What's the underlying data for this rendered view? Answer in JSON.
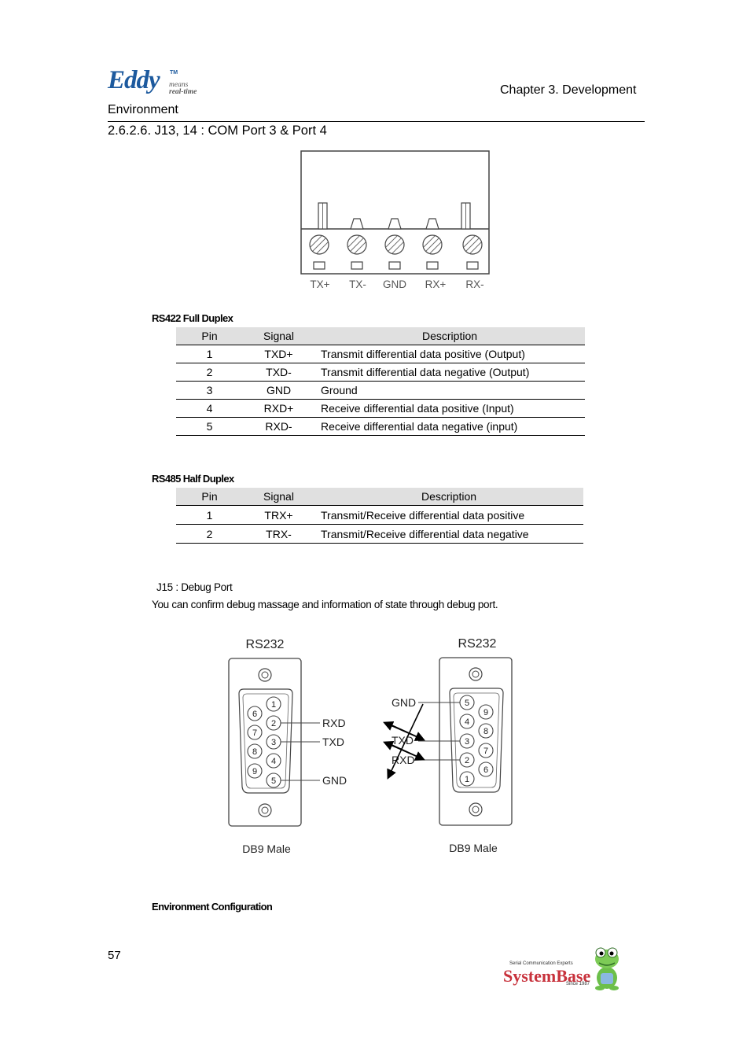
{
  "header": {
    "logo_text": "Eddy",
    "logo_tm": "TM",
    "logo_tagline_1": "means",
    "logo_tagline_2": "real-time",
    "chapter": "Chapter 3. Development",
    "chapter_cont": "Environment"
  },
  "section_title": "2.6.2.6. J13, 14 : COM Port 3 & Port 4",
  "terminal_block": {
    "labels": [
      "TX+",
      "TX-",
      "GND",
      "RX+",
      "RX-"
    ]
  },
  "rs422": {
    "title": "RS422 Full Duplex",
    "headers": [
      "Pin",
      "Signal",
      "Description"
    ],
    "rows": [
      [
        "1",
        "TXD+",
        "Transmit differential data positive (Output)"
      ],
      [
        "2",
        "TXD-",
        "Transmit differential data negative (Output)"
      ],
      [
        "3",
        "GND",
        "Ground"
      ],
      [
        "4",
        "RXD+",
        "Receive differential data positive (Input)"
      ],
      [
        "5",
        "RXD-",
        "Receive differential data negative (input)"
      ]
    ]
  },
  "rs485": {
    "title": "RS485 Half Duplex",
    "headers": [
      "Pin",
      "Signal",
      "Description"
    ],
    "rows": [
      [
        "1",
        "TRX+",
        "Transmit/Receive differential data positive"
      ],
      [
        "2",
        "TRX-",
        "Transmit/Receive differential data negative"
      ]
    ]
  },
  "debug": {
    "title": "J15 : Debug Port",
    "text": "You can confirm debug massage and information of state through debug port."
  },
  "db9_diagram": {
    "left_title": "RS232",
    "right_title": "RS232",
    "left_caption": "DB9 Male",
    "right_caption": "DB9 Male",
    "left_signals": [
      "RXD",
      "TXD",
      "GND"
    ],
    "right_signals": [
      "GND",
      "TXD",
      "RXD"
    ],
    "left_pins_top_row": [
      "1",
      "2",
      "3",
      "4",
      "5"
    ],
    "left_pins_bottom_row": [
      "6",
      "7",
      "8",
      "9"
    ],
    "right_pins_top_row": [
      "5",
      "4",
      "3",
      "2",
      "1"
    ],
    "right_pins_bottom_row": [
      "9",
      "8",
      "7",
      "6"
    ]
  },
  "env_config_title": "Environment Configuration",
  "footer": {
    "page_number": "57",
    "brand_tagline": "Serial Communication Experts",
    "brand_name": "SystemBase",
    "brand_since": "Since 1987"
  }
}
